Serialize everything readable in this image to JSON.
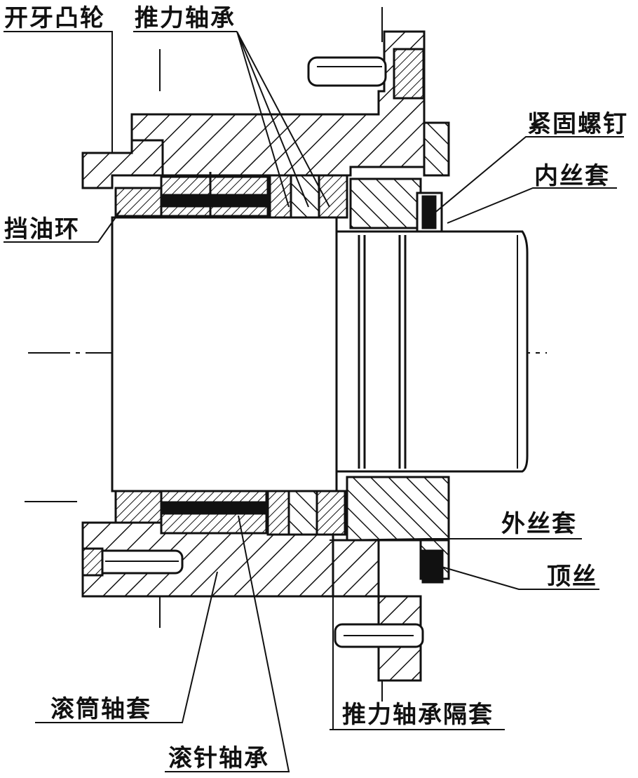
{
  "diagram": {
    "labels": {
      "cam": "开牙凸轮",
      "thrust_bearing": "推力轴承",
      "lock_screw": "紧固螺钉",
      "inner_sleeve": "内丝套",
      "oil_ring": "挡油环",
      "outer_sleeve": "外丝套",
      "set_screw": "顶丝",
      "roller_sleeve": "滚筒轴套",
      "spacer": "推力轴承隔套",
      "needle_bearing": "滚针轴承"
    },
    "colors": {
      "ink": "#111111",
      "paper": "#ffffff"
    }
  }
}
